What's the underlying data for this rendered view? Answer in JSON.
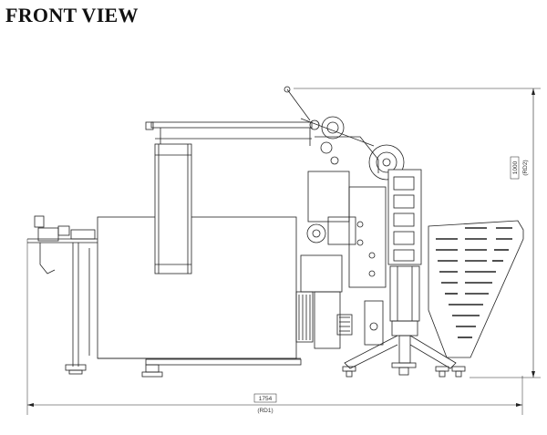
{
  "title": "FRONT VIEW",
  "dimensions": {
    "overall_width": "1754",
    "overall_width_ref": "(RD1)",
    "height": "1000",
    "height_ref": "(RD2)"
  }
}
